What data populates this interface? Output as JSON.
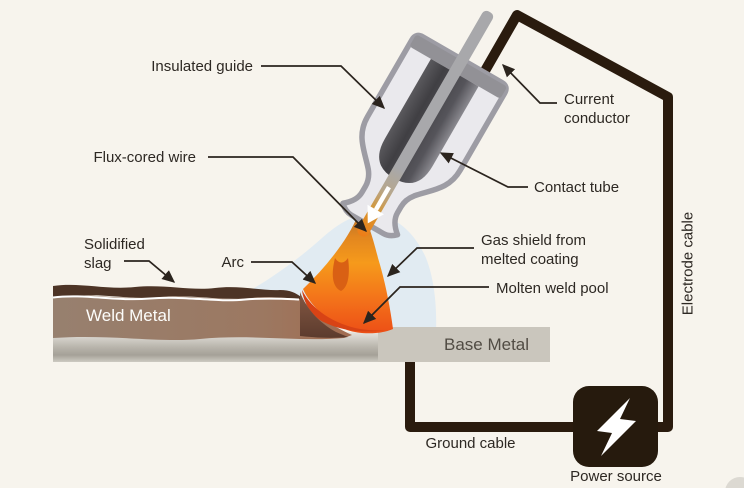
{
  "labels": {
    "insulated_guide": "Insulated guide",
    "flux_cored_wire": "Flux-cored wire",
    "current_conductor": "Current conductor",
    "contact_tube": "Contact tube",
    "gas_shield": "Gas shield from melted coating",
    "molten_weld_pool": "Molten weld pool",
    "arc": "Arc",
    "solidified_slag": "Solidified slag",
    "weld_metal": "Weld Metal",
    "base_metal": "Base Metal",
    "electrode_cable": "Electrode cable",
    "ground_cable": "Ground cable",
    "power_source": "Power source"
  },
  "icons": {
    "power_source_icon": "lightning-bolt"
  },
  "colors": {
    "background": "#f7f4ed",
    "cable_dark_brown": "#2a1b0e",
    "power_box": "#261a0d",
    "flame_orange": "#f6931c",
    "flame_deep_orange": "#ee4e16",
    "molten_wire_brown": "#b3712c",
    "gas_shield_blue": "#e1ebf2",
    "weld_metal_brown": "#97806f",
    "slag_brown": "#4d3426",
    "base_metal_gray": "#cac6bd",
    "torch_body_gray": "#eae9ed",
    "torch_outline_gray": "#9d9ca4",
    "contact_tube_gray": "#403f43",
    "wire_gray": "#a8a8ab",
    "label_text": "#2d2823"
  }
}
